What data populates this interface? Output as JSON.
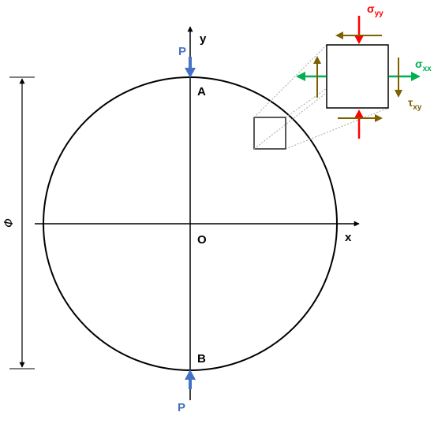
{
  "labels": {
    "axis_y": "y",
    "axis_x": "x",
    "origin": "O",
    "point_top": "A",
    "point_bottom": "B",
    "load_top": "P",
    "load_bottom": "P",
    "diameter": "Φ"
  },
  "stress": {
    "sigma_yy": {
      "symbol": "σ",
      "subscript": "yy"
    },
    "sigma_xx": {
      "symbol": "σ",
      "subscript": "xx"
    },
    "tau_xy": {
      "symbol": "τ",
      "subscript": "xy"
    }
  },
  "colors": {
    "outline": "#000000",
    "load": "#4472C4",
    "sigma_yy": "#FF0000",
    "sigma_xx": "#00B050",
    "tau_xy": "#7F6000",
    "projection": "#A6A6A6"
  }
}
